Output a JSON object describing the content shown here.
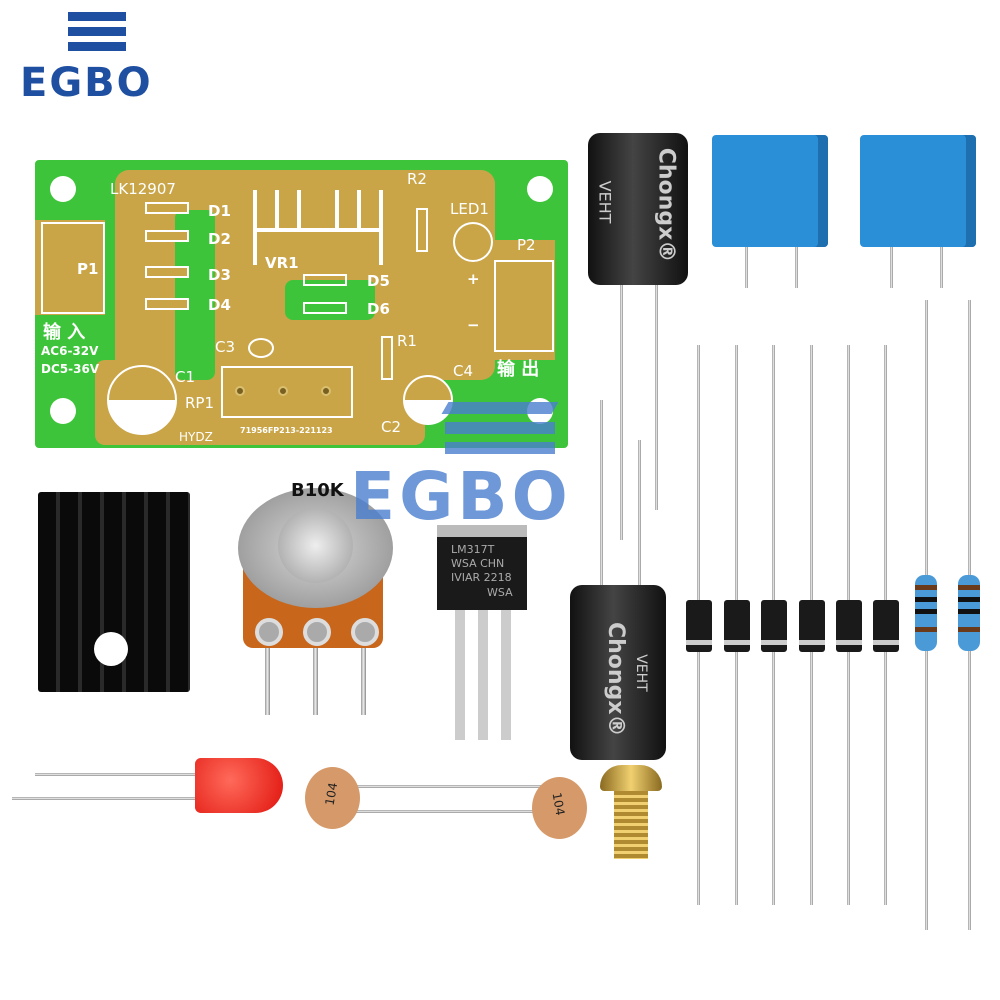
{
  "brand": {
    "logo_text": "EGBO",
    "watermark_text": "EGBO",
    "color": "#1f4fa0"
  },
  "pcb": {
    "model": "LK12907",
    "maker": "HYDZ",
    "serial": "71956FP213-221123",
    "labels": {
      "d1": "D1",
      "d2": "D2",
      "d3": "D3",
      "d4": "D4",
      "d5": "D5",
      "d6": "D6",
      "r1": "R1",
      "r2": "R2",
      "led1": "LED1",
      "vr1": "VR1",
      "p1": "P1",
      "p2": "P2",
      "c1": "C1",
      "c2": "C2",
      "c3": "C3",
      "c4": "C4",
      "rp1": "RP1",
      "plus": "+",
      "minus": "−"
    },
    "input_label": "输 入",
    "input_ac": "AC6-32V",
    "input_dc": "DC5-36V",
    "output_label": "输 出",
    "colors": {
      "board": "#3ec43a",
      "copper": "#c9a548"
    }
  },
  "components": {
    "capacitor_top": {
      "brand": "Chongx®",
      "series": "VEHT"
    },
    "capacitor_bottom": {
      "brand": "Chongx®",
      "series": "VEHT"
    },
    "potentiometer": {
      "value": "B10K"
    },
    "regulator": {
      "line1": "LM317T",
      "line2": "WSA CHN",
      "line3": "IVIAR 2218",
      "line4": "WSA"
    },
    "ceramic_cap": {
      "value": "104"
    }
  }
}
